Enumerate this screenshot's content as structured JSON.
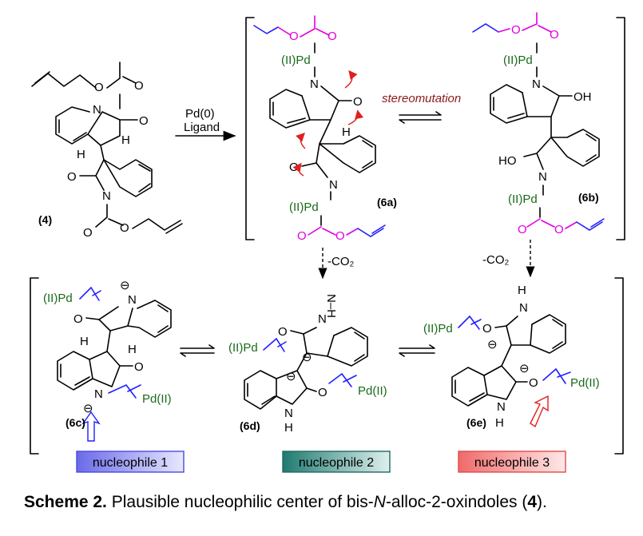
{
  "conditions": {
    "catalyst": "Pd(0)",
    "ligand": "Ligand"
  },
  "stereomutation_label": "stereomutation",
  "decarboxylation_label": "-CO₂",
  "palladium_label": "(II)Pd",
  "palladium_label_right": "Pd(II)",
  "atoms": {
    "N": "N",
    "O": "O",
    "H": "H",
    "OH": "OH",
    "HO": "HO",
    "NH": "N–H"
  },
  "compounds": {
    "c4": "(4)",
    "c6a": "(6a)",
    "c6b": "(6b)",
    "c6c": "(6c)",
    "c6d": "(6d)",
    "c6e": "(6e)"
  },
  "nucleophiles": [
    {
      "label": "nucleophile 1",
      "color": "#7b7bf0"
    },
    {
      "label": "nucleophile 2",
      "color": "#2e8a80"
    },
    {
      "label": "nucleophile 3",
      "color": "#f07b7b"
    }
  ],
  "caption": {
    "prefix": "Scheme 2.",
    "text": " Plausible nucleophilic center of bis-",
    "italic": "N",
    "text2": "-alloc-2-oxindoles (",
    "ref": "4",
    "suffix": ")."
  }
}
